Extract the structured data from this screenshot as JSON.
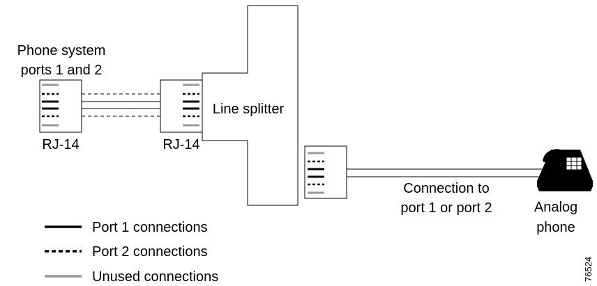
{
  "phone_system": {
    "label_line1": "Phone system",
    "label_line2": "ports 1 and 2"
  },
  "jacks": {
    "left_label": "RJ-14",
    "middle_label": "RJ-14"
  },
  "splitter": {
    "label": "Line splitter"
  },
  "connection": {
    "label_line1": "Connection to",
    "label_line2": "port 1 or port 2"
  },
  "phone": {
    "label_line1": "Analog",
    "label_line2": "phone"
  },
  "legend": {
    "items": [
      {
        "label": "Port 1 connections",
        "style": "solid",
        "color": "#000000"
      },
      {
        "label": "Port 2 connections",
        "style": "dashed",
        "color": "#000000"
      },
      {
        "label": "Unused connections",
        "style": "solid",
        "color": "#999999"
      }
    ]
  },
  "figure_id": "76524",
  "colors": {
    "line": "#000000",
    "unused": "#999999"
  }
}
